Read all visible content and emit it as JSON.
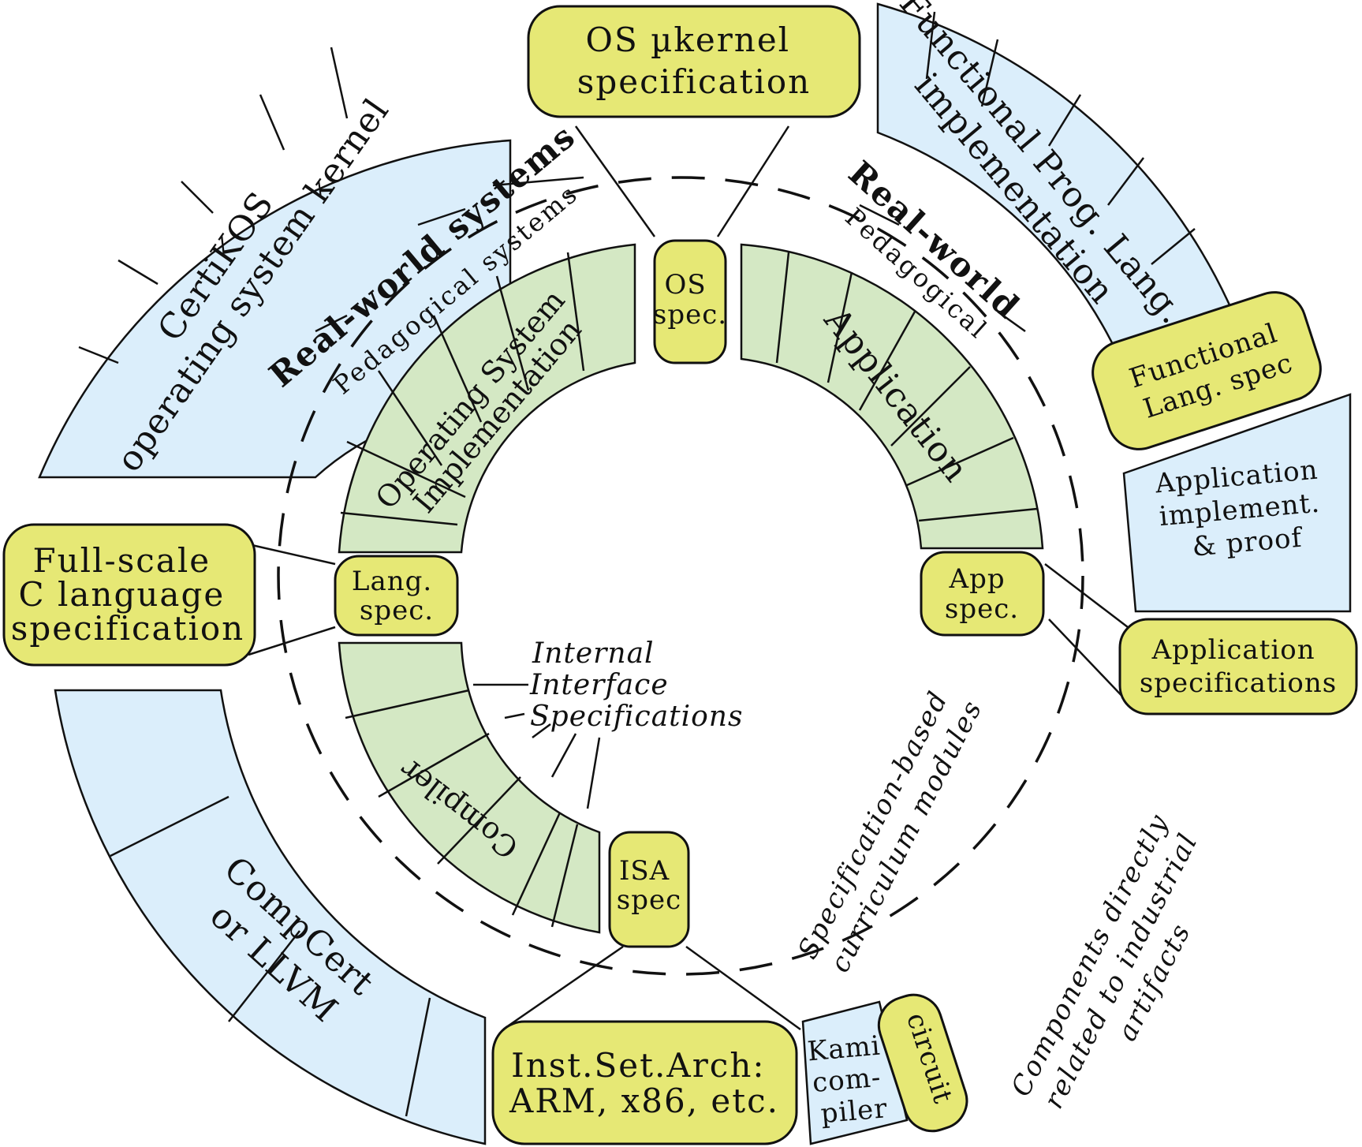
{
  "colors": {
    "yellow_box": "#e6e875",
    "green_arc": "#d4e8c4",
    "blue_arc": "#dbeefb",
    "stroke": "#111111"
  },
  "outer_blocks": {
    "certikos": [
      "CertiKOS",
      "operating system kernel"
    ],
    "functional_impl": [
      "Functional Prog. Lang.",
      "implementation"
    ],
    "compcert": [
      "CompCert",
      "or LLVM"
    ],
    "app_impl": [
      "Application",
      "implement.",
      "& proof"
    ],
    "kami": [
      "Kami",
      "com-",
      "piler"
    ]
  },
  "inner_blocks": {
    "os_impl": [
      "Operating System",
      "Implementation"
    ],
    "application": "Application",
    "compiler": "Compiler"
  },
  "spec_boxes": {
    "os_ukernel": [
      "OS µkernel",
      "specification"
    ],
    "os_spec": [
      "OS",
      "spec."
    ],
    "functional_lang": [
      "Functional",
      "Lang. spec"
    ],
    "full_scale_c": [
      "Full-scale",
      "C language",
      "specification"
    ],
    "lang_spec": [
      "Lang.",
      "spec."
    ],
    "app_spec": [
      "App",
      "spec."
    ],
    "application_specs": [
      "Application",
      "specifications"
    ],
    "isa_spec": [
      "ISA",
      "spec"
    ],
    "inst_set_arch": [
      "Inst.Set.Arch:",
      "ARM, x86, etc."
    ],
    "circuit": "circuit"
  },
  "ring_labels": {
    "left_real": "Real-world systems",
    "left_ped": "Pedagogical systems",
    "right_real": "Real-world",
    "right_ped": "Pedagogical"
  },
  "annotations": {
    "internal": [
      "Internal",
      "Interface",
      "Specifications"
    ],
    "curriculum": [
      "Specification-based",
      "curriculum modules"
    ],
    "industrial": [
      "Components directly",
      "related to industrial",
      "artifacts"
    ]
  }
}
